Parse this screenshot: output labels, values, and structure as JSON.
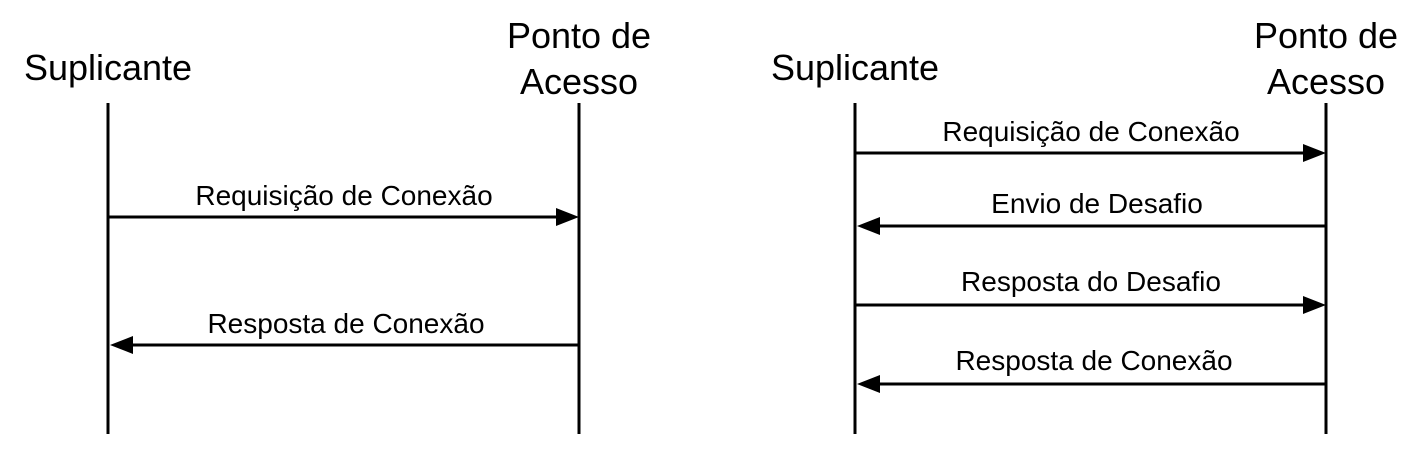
{
  "diagrams": [
    {
      "actors": {
        "left": "Suplicante",
        "right": [
          "Ponto de",
          "Acesso"
        ]
      },
      "messages": [
        {
          "label": "Requisição de Conexão",
          "direction": "right"
        },
        {
          "label": "Resposta de Conexão",
          "direction": "left"
        }
      ]
    },
    {
      "actors": {
        "left": "Suplicante",
        "right": [
          "Ponto de",
          "Acesso"
        ]
      },
      "messages": [
        {
          "label": "Requisição de Conexão",
          "direction": "right"
        },
        {
          "label": "Envio de Desafio",
          "direction": "left"
        },
        {
          "label": "Resposta do Desafio",
          "direction": "right"
        },
        {
          "label": "Resposta de Conexão",
          "direction": "left"
        }
      ]
    }
  ],
  "colors": {
    "line": "#000000",
    "text": "#000000",
    "background": "#ffffff"
  }
}
